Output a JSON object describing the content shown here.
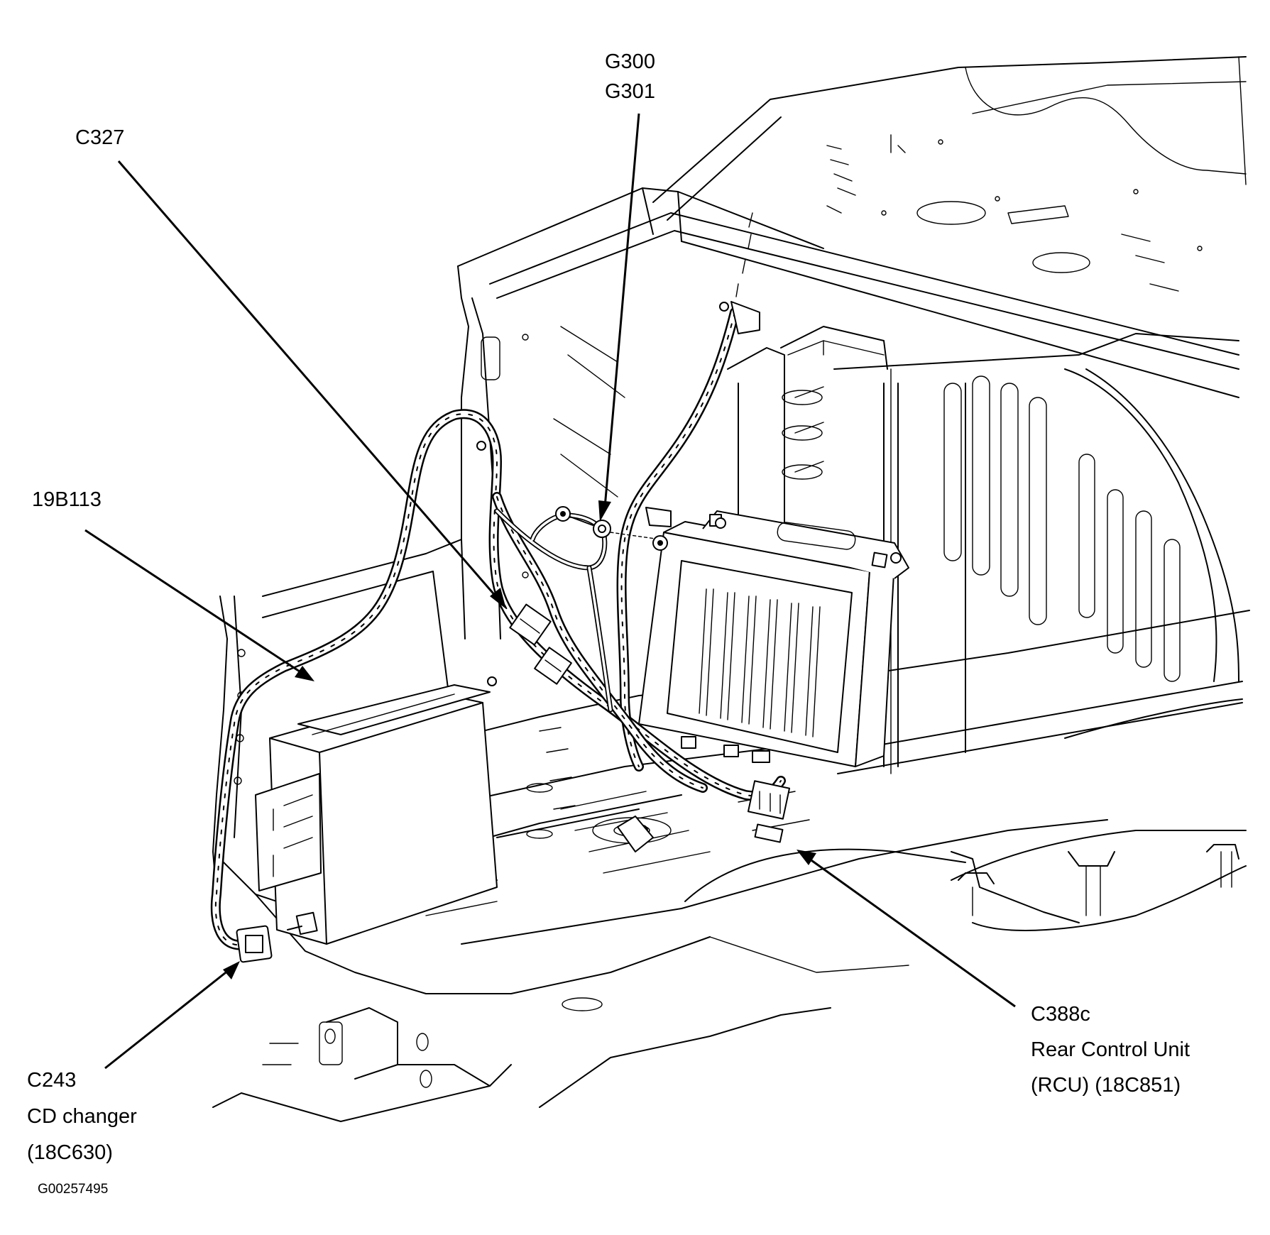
{
  "labels": {
    "g300": "G300",
    "g301": "G301",
    "c327": "C327",
    "harness": "19B113",
    "c243": "C243",
    "cd_changer": "CD changer",
    "cd_changer_part": "(18C630)",
    "c388c": "C388c",
    "rcu_name": "Rear Control Unit",
    "rcu_part": "(RCU) (18C851)",
    "figure_code": "G00257495"
  }
}
